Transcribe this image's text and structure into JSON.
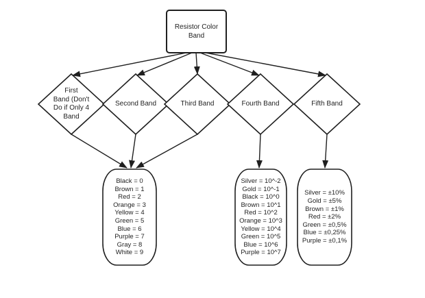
{
  "diagram": {
    "title": "Resistor Color Band flowchart",
    "colors": {
      "background": "#ffffff",
      "shape_fill": "#ffffff",
      "stroke": "#1f1f1f",
      "text": "#1f1f1f"
    },
    "root": {
      "label": "Resistor Color Band",
      "lines": [
        "Resistor Color",
        "Band"
      ]
    },
    "decisions": [
      {
        "label": "First Band (Don't Do if Only 4 Band",
        "lines": [
          "First",
          "Band (Don't",
          "Do if Only 4",
          "Band"
        ]
      },
      {
        "label": "Second Band",
        "lines": [
          "Second Band"
        ]
      },
      {
        "label": "Third Band",
        "lines": [
          "Third Band"
        ]
      },
      {
        "label": "Fourth Band",
        "lines": [
          "Fourth Band"
        ]
      },
      {
        "label": "Fifth Band",
        "lines": [
          "Fifth Band"
        ]
      }
    ],
    "terminals": [
      {
        "name": "digit-values",
        "lines": [
          "Black = 0",
          "Brown = 1",
          "Red = 2",
          "Orange = 3",
          "Yellow = 4",
          "Green = 5",
          "Blue = 6",
          "Purple = 7",
          "Gray = 8",
          "White = 9"
        ]
      },
      {
        "name": "multiplier-values",
        "lines": [
          "Silver = 10^-2",
          "Gold = 10^-1",
          "Black = 10^0",
          "Brown = 10^1",
          "Red = 10^2",
          "Orange = 10^3",
          "Yellow = 10^4",
          "Green = 10^5",
          "Blue = 10^6",
          "Purple = 10^7"
        ]
      },
      {
        "name": "tolerance-values",
        "lines": [
          "Silver = ±10%",
          "Gold = ±5%",
          "Brown = ±1%",
          "Red = ±2%",
          "Green = ±0,5%",
          "Blue = ±0,25%",
          "Purple = ±0,1%"
        ]
      }
    ]
  }
}
